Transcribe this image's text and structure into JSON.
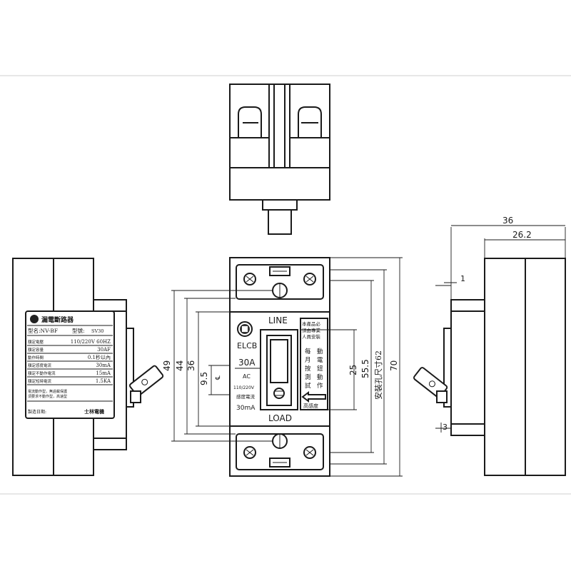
{
  "front_view": {
    "line_label": "LINE",
    "load_label": "LOAD",
    "model": "ELCB",
    "current": "30A",
    "ac": "AC",
    "voltage": "110/220V",
    "leak_label": "感度電流",
    "leak_value": "30mA",
    "notice": [
      "本產品必",
      "須由專業",
      "人員安裝"
    ],
    "test_cols": [
      [
        "每",
        "月",
        "按",
        "測",
        "試"
      ],
      [
        "動",
        "電",
        "鈕",
        "動",
        "作"
      ]
    ],
    "sensitivity_tag": "高感度"
  },
  "side_label": {
    "title": "漏電斷路器",
    "model_prefix": "型名:NV-BF",
    "model_suffix": "型號:",
    "model_code": "SV30",
    "rows": [
      {
        "k": "額定電壓",
        "v": "110/220V 60HZ"
      },
      {
        "k": "額定容量",
        "v": "30AF"
      },
      {
        "k": "動作時間",
        "v": "0.1秒以內"
      },
      {
        "k": "額定感度電流",
        "v": "30mA"
      },
      {
        "k": "額定不動作電流",
        "v": "15mA"
      },
      {
        "k": "額定短時電流",
        "v": "1.5KA"
      }
    ],
    "note1": "電流動作型，無過載保護",
    "note2": "須要求不動作型，高速型",
    "date_label": "製造日期:",
    "brand": "士林電機"
  },
  "dimensions": {
    "d49": "49",
    "d44": "44",
    "d36": "36",
    "d9_5": "9.5",
    "d25": "25",
    "d55_5": "55.5",
    "d_mount": "安裝孔尺寸62",
    "d70": "70",
    "right_36": "36",
    "right_26_2": "26.2",
    "right_1": "1",
    "right_3": "3"
  }
}
